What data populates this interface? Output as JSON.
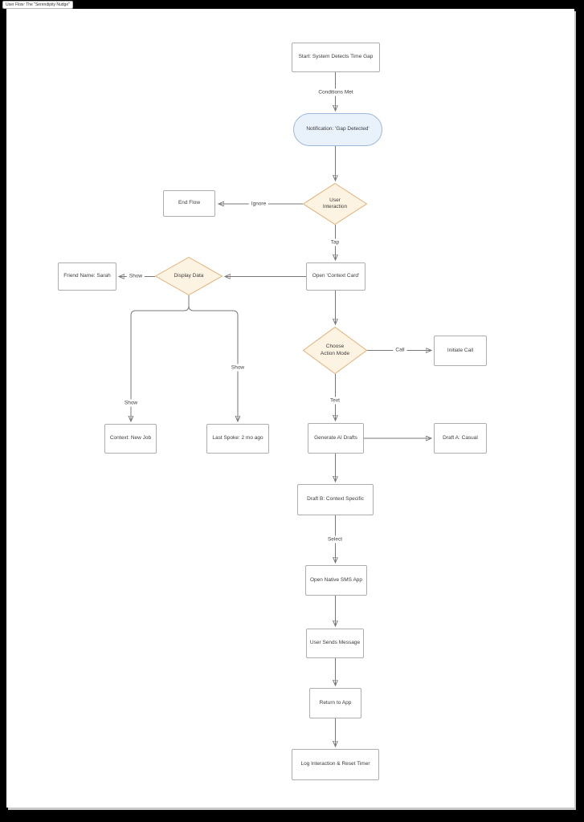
{
  "window": {
    "tab_label": "User Flow: The \"Serendipity Nudge\""
  },
  "flowchart": {
    "nodes": {
      "start": {
        "label": "Start: System Detects Time Gap",
        "shape": "rect"
      },
      "notification": {
        "label": "Notification: 'Gap Detected'",
        "shape": "stadium"
      },
      "user_interaction": {
        "label": "User\nInteraction",
        "shape": "diamond"
      },
      "end_flow": {
        "label": "End Flow",
        "shape": "rect"
      },
      "open_context_card": {
        "label": "Open 'Context Card'",
        "shape": "rect"
      },
      "display_data": {
        "label": "Display Data",
        "shape": "diamond"
      },
      "friend_name": {
        "label": "Friend Name: Sarah",
        "shape": "rect"
      },
      "choose_action_mode": {
        "label": "Choose\nAction Mode",
        "shape": "diamond"
      },
      "initiate_call": {
        "label": "Initiate Call",
        "shape": "rect"
      },
      "context_new_job": {
        "label": "Context: New Job",
        "shape": "rect"
      },
      "last_spoke": {
        "label": "Last Spoke: 2 mo ago",
        "shape": "rect"
      },
      "generate_ai_drafts": {
        "label": "Generate AI Drafts",
        "shape": "rect"
      },
      "draft_a": {
        "label": "Draft A: Casual",
        "shape": "rect"
      },
      "draft_b": {
        "label": "Draft B: Context Specific",
        "shape": "rect"
      },
      "open_sms": {
        "label": "Open Native SMS App",
        "shape": "rect"
      },
      "user_sends_message": {
        "label": "User Sends Message",
        "shape": "rect"
      },
      "return_to_app": {
        "label": "Return to App",
        "shape": "rect"
      },
      "log_interaction": {
        "label": "Log Interaction & Reset Timer",
        "shape": "rect"
      }
    },
    "edge_labels": {
      "conditions_met": "Conditions Met",
      "ignore": "Ignore",
      "tap": "Tap",
      "show_friend": "Show",
      "show_last_spoke": "Show",
      "show_context": "Show",
      "call": "Call",
      "text": "Text",
      "select": "Select"
    },
    "colors": {
      "rect_fill": "#ffffff",
      "rect_border": "#adadad",
      "diamond_fill": "#fdf3e2",
      "diamond_border": "#e2b077",
      "stadium_fill": "#e9f1fa",
      "stadium_border": "#9db9da",
      "arrow": "#787878",
      "text": "#3c3c3c",
      "background": "#000000",
      "page": "#ffffff"
    }
  }
}
